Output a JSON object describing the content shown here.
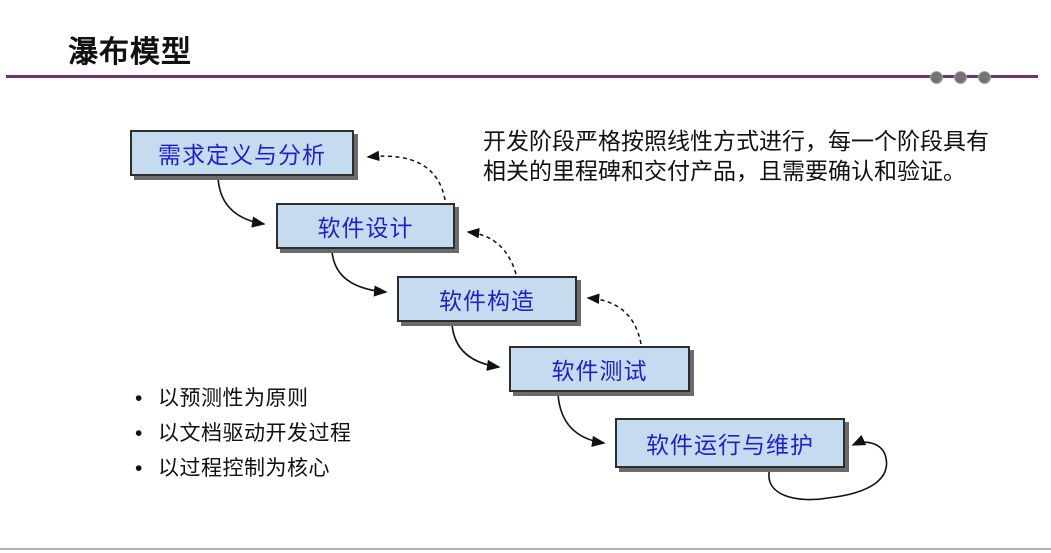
{
  "slide": {
    "title": "瀑布模型",
    "description": {
      "lines": [
        "开发阶段严格按照线性方式进行，每一个阶段具有",
        "相关的里程碑和交付产品，且需要确认和验证。"
      ]
    },
    "bullets": {
      "marker": "•",
      "items": [
        "以预测性为原则",
        "以文档驱动开发过程",
        "以过程控制为核心"
      ]
    },
    "flow_boxes": [
      {
        "label": "需求定义与分析"
      },
      {
        "label": "软件设计"
      },
      {
        "label": "软件构造"
      },
      {
        "label": "软件测试"
      },
      {
        "label": "软件运行与维护"
      }
    ],
    "colors": {
      "accent_purple": "#6C3377",
      "box_fill": "#C5DCF0",
      "box_border": "#2E2E2E",
      "box_text_blue": "#1F1FD0",
      "box_shadow_gray": "#6B6B6B",
      "dot_gray": "#737373",
      "footer_line": "#B7A8BC",
      "arrow_black": "#111111"
    }
  }
}
